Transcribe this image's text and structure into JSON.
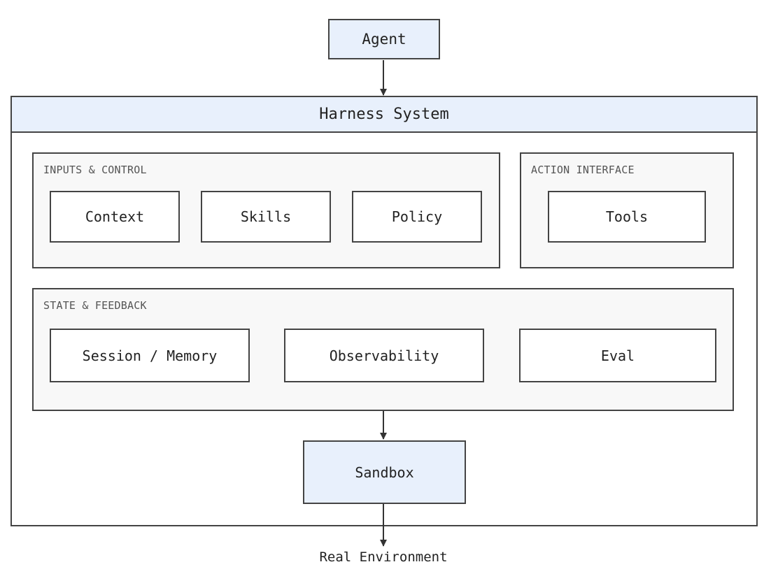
{
  "agent": {
    "label": "Agent"
  },
  "harness": {
    "title": "Harness System",
    "inputs_control": {
      "label": "INPUTS & CONTROL",
      "items": [
        "Context",
        "Skills",
        "Policy"
      ]
    },
    "action_interface": {
      "label": "ACTION INTERFACE",
      "items": [
        "Tools"
      ]
    },
    "state_feedback": {
      "label": "STATE & FEEDBACK",
      "items": [
        "Session / Memory",
        "Observability",
        "Eval"
      ]
    },
    "sandbox": {
      "label": "Sandbox"
    }
  },
  "real_environment": {
    "label": "Real Environment"
  },
  "colors": {
    "header_fill": "#e8f0fc",
    "group_fill": "#f8f8f8",
    "stroke": "#444444"
  }
}
